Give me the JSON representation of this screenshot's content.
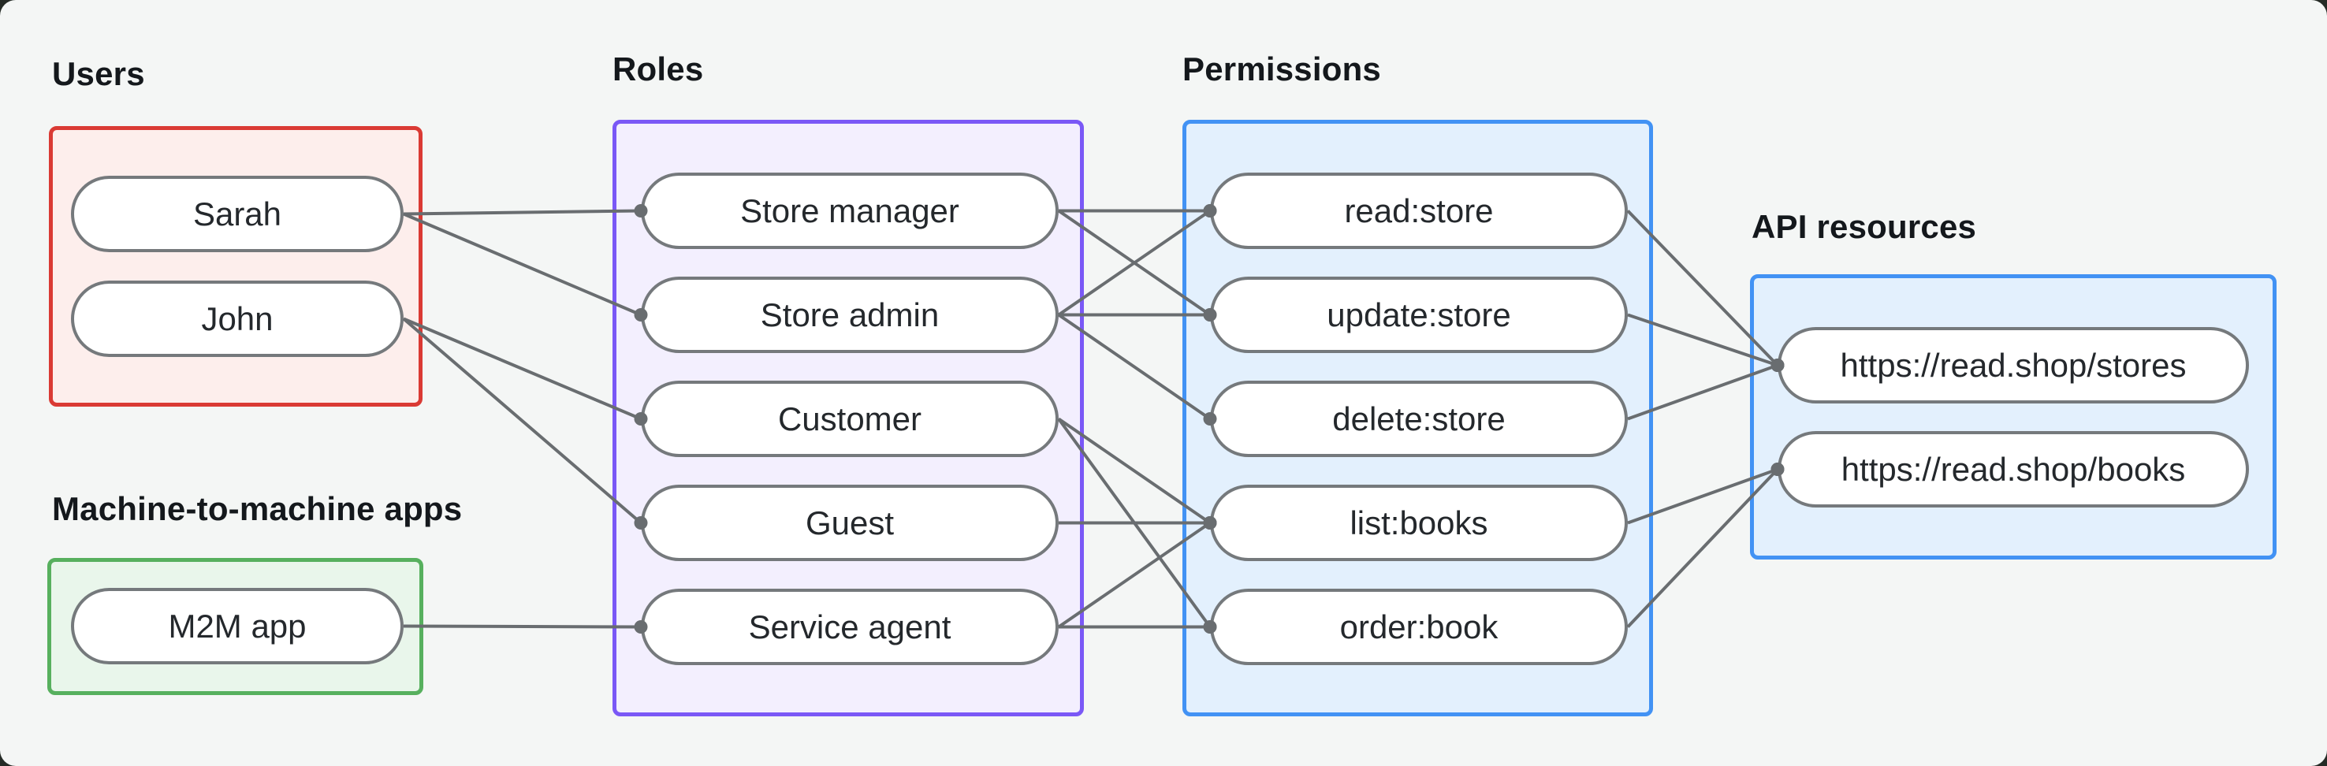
{
  "diagram": {
    "groups": [
      {
        "id": "users",
        "label": "Users",
        "nodes": [
          {
            "id": "sarah",
            "label": "Sarah"
          },
          {
            "id": "john",
            "label": "John"
          }
        ]
      },
      {
        "id": "m2m",
        "label": "Machine-to-machine apps",
        "nodes": [
          {
            "id": "m2m-app",
            "label": "M2M app"
          }
        ]
      },
      {
        "id": "roles",
        "label": "Roles",
        "nodes": [
          {
            "id": "store-manager",
            "label": "Store manager"
          },
          {
            "id": "store-admin",
            "label": "Store admin"
          },
          {
            "id": "customer",
            "label": "Customer"
          },
          {
            "id": "guest",
            "label": "Guest"
          },
          {
            "id": "service-agent",
            "label": "Service agent"
          }
        ]
      },
      {
        "id": "permissions",
        "label": "Permissions",
        "nodes": [
          {
            "id": "read-store",
            "label": "read:store"
          },
          {
            "id": "update-store",
            "label": "update:store"
          },
          {
            "id": "delete-store",
            "label": "delete:store"
          },
          {
            "id": "list-books",
            "label": "list:books"
          },
          {
            "id": "order-book",
            "label": "order:book"
          }
        ]
      },
      {
        "id": "api",
        "label": "API resources",
        "nodes": [
          {
            "id": "stores",
            "label": "https://read.shop/stores"
          },
          {
            "id": "books",
            "label": "https://read.shop/books"
          }
        ]
      }
    ],
    "edges": [
      [
        "sarah",
        "store-manager"
      ],
      [
        "sarah",
        "store-admin"
      ],
      [
        "john",
        "customer"
      ],
      [
        "john",
        "guest"
      ],
      [
        "m2m-app",
        "service-agent"
      ],
      [
        "store-manager",
        "read-store"
      ],
      [
        "store-manager",
        "update-store"
      ],
      [
        "store-admin",
        "read-store"
      ],
      [
        "store-admin",
        "update-store"
      ],
      [
        "store-admin",
        "delete-store"
      ],
      [
        "customer",
        "list-books"
      ],
      [
        "customer",
        "order-book"
      ],
      [
        "guest",
        "list-books"
      ],
      [
        "service-agent",
        "list-books"
      ],
      [
        "service-agent",
        "order-book"
      ],
      [
        "read-store",
        "stores"
      ],
      [
        "update-store",
        "stores"
      ],
      [
        "delete-store",
        "stores"
      ],
      [
        "list-books",
        "books"
      ],
      [
        "order-book",
        "books"
      ]
    ],
    "colors": {
      "background": "#f4f6f5",
      "users_border": "#da3a34",
      "users_fill": "#fdeeec",
      "m2m_border": "#57b05e",
      "m2m_fill": "#e9f6eb",
      "roles_border": "#7a58f6",
      "roles_fill": "#f3effe",
      "permissions_border": "#4292f4",
      "permissions_fill": "#e3f0fd",
      "api_border": "#4292f4",
      "api_fill": "#e3f0fd",
      "edge": "#696d70",
      "node_border": "#75797c",
      "node_fill": "#ffffff"
    }
  }
}
